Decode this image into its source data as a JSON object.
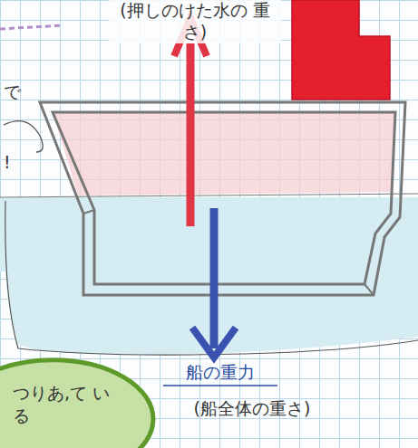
{
  "diagram": {
    "nodes": [
      {
        "text": [
          "つりあ,て いる"
        ]
      }
    ],
    "labels": [
      "(押しのけた水の 重さ)",
      "船の重力",
      "(船全体の重さ)",
      "で",
      "!"
    ]
  }
}
